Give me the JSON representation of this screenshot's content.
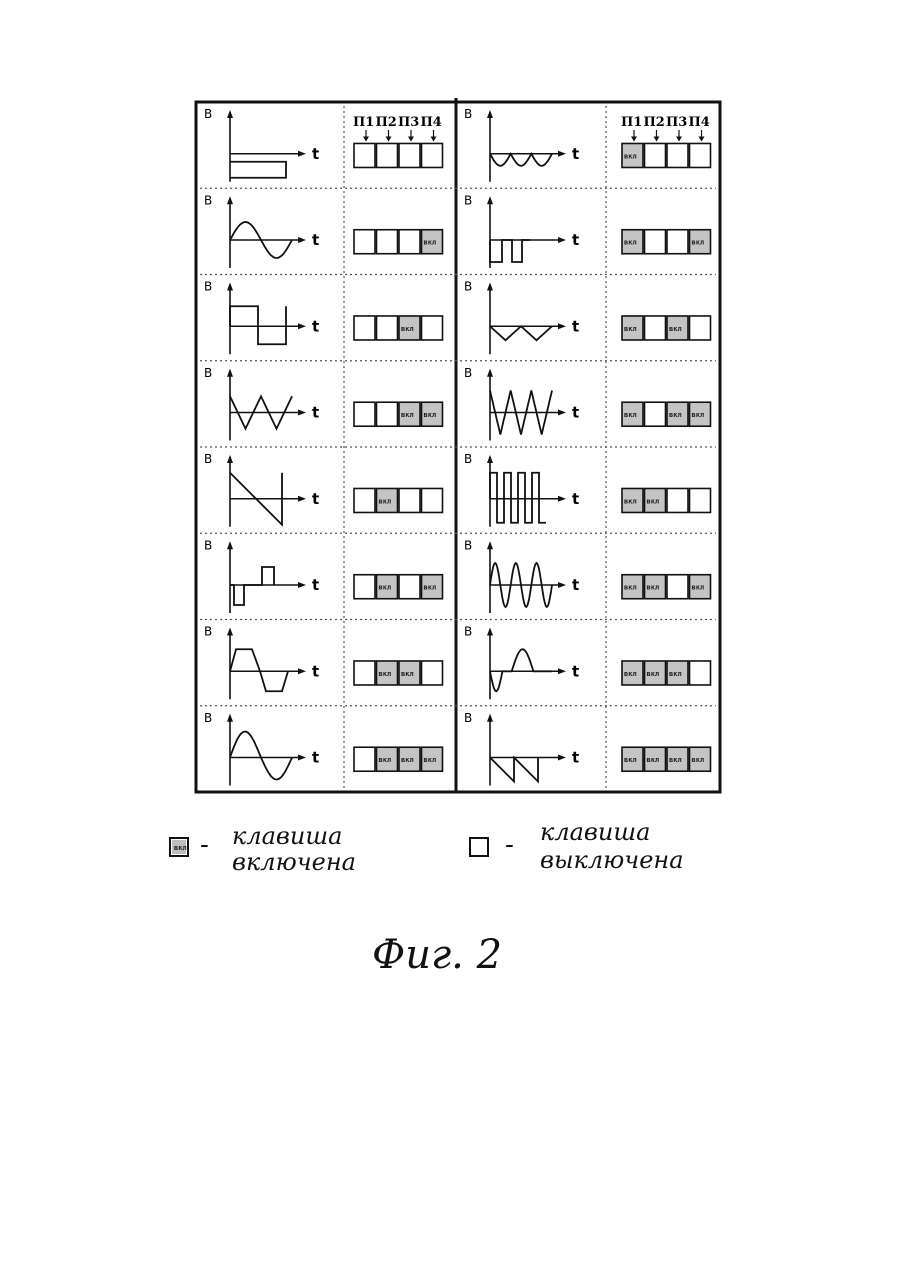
{
  "table": {
    "key_headers": [
      "П1",
      "П2",
      "П3",
      "П4"
    ],
    "axis_y": "В",
    "axis_x": "t",
    "on_key_text": "вкл",
    "left": [
      {
        "waveform": "square-low",
        "keys": [
          0,
          0,
          0,
          0
        ]
      },
      {
        "waveform": "sine",
        "keys": [
          0,
          0,
          0,
          1
        ]
      },
      {
        "waveform": "square",
        "keys": [
          0,
          0,
          1,
          0
        ]
      },
      {
        "waveform": "triangle",
        "keys": [
          0,
          0,
          1,
          1
        ]
      },
      {
        "waveform": "sawtooth-down",
        "keys": [
          0,
          1,
          0,
          0
        ]
      },
      {
        "waveform": "bipolar-pulse",
        "keys": [
          0,
          1,
          0,
          1
        ]
      },
      {
        "waveform": "trapezoid",
        "keys": [
          0,
          1,
          1,
          0
        ]
      },
      {
        "waveform": "half-cycle-distorted",
        "keys": [
          0,
          1,
          1,
          1
        ]
      }
    ],
    "right": [
      {
        "waveform": "rectified-sine",
        "keys": [
          1,
          0,
          0,
          0
        ]
      },
      {
        "waveform": "pulse-train",
        "keys": [
          1,
          0,
          0,
          1
        ]
      },
      {
        "waveform": "negative-triangle",
        "keys": [
          1,
          0,
          1,
          0
        ]
      },
      {
        "waveform": "triangle-fast",
        "keys": [
          1,
          0,
          1,
          1
        ]
      },
      {
        "waveform": "square-fast",
        "keys": [
          1,
          1,
          0,
          0
        ]
      },
      {
        "waveform": "sine-fast",
        "keys": [
          1,
          1,
          0,
          1
        ]
      },
      {
        "waveform": "wavelet",
        "keys": [
          1,
          1,
          1,
          0
        ]
      },
      {
        "waveform": "negative-sawtooth",
        "keys": [
          1,
          1,
          1,
          1
        ]
      }
    ]
  },
  "legend": {
    "on_line1": "клавиша",
    "on_line2": "включена",
    "off_line1": "клавиша",
    "off_line2": "выключена",
    "dash": "-"
  },
  "caption": "Фиг. 2"
}
